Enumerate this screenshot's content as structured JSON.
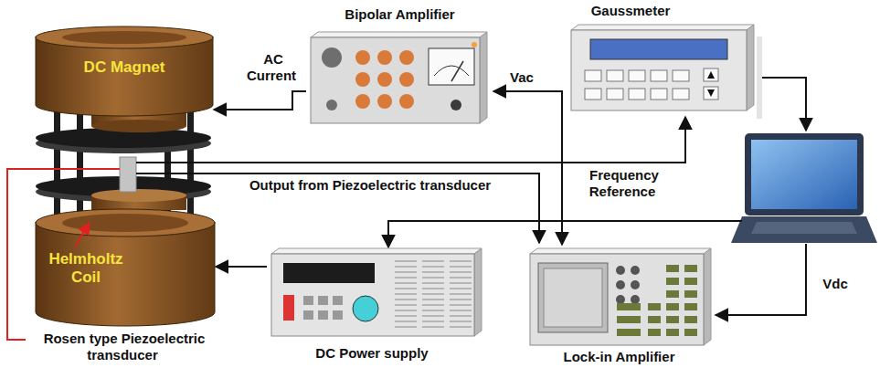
{
  "diagram": {
    "nodes": [
      {
        "text": [
          "DC Magnet"
        ]
      },
      {
        "text": [
          "Bipolar Amplifier"
        ]
      },
      {
        "text": [
          "Gaussmeter"
        ]
      },
      {
        "text": [
          "Helmholtz Coil"
        ]
      },
      {
        "text": [
          "DC Power supply"
        ]
      },
      {
        "text": [
          "Lock-in Amplifier"
        ]
      }
    ],
    "edges": [
      {
        "from": 1,
        "to": 0,
        "arrow": "to",
        "label": "AC Current"
      },
      {
        "from": 5,
        "to": 1,
        "arrow": "both",
        "label": "Vac"
      },
      {
        "from": 4,
        "to": 3,
        "arrow": "to"
      }
    ],
    "labels": [
      "Output from Piezoelectric transducer",
      "Frequency Reference",
      "Vdc",
      "Rosen type Piezoelectric transducer"
    ]
  }
}
